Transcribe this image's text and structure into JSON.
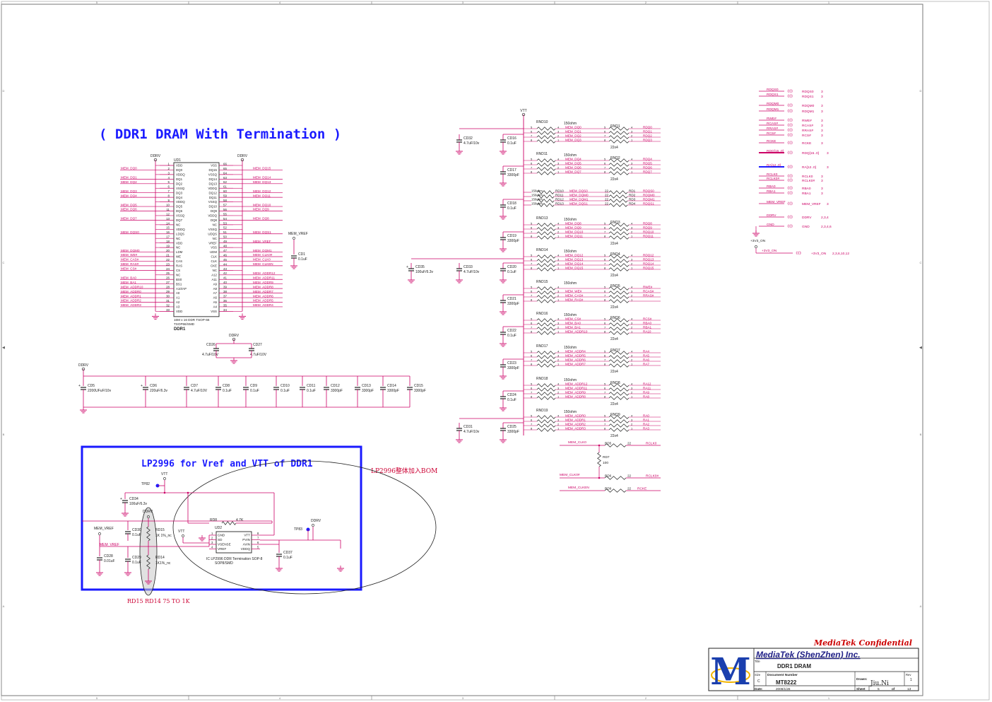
{
  "title_main": "( DDR1 DRAM With Termination )",
  "title_lp": "LP2996 for Vref and VTT of DDR1",
  "note_bom": "LP2996整体加入BOM",
  "note_rd": "RD15 RD14 75 TO 1K",
  "border": {
    "top_cols": [
      "5",
      "4",
      "3",
      "2",
      "1"
    ],
    "side_rows": [
      "D",
      "C",
      "B",
      "A"
    ]
  },
  "ddr1": {
    "refdes": "UD1",
    "part": "16M x 16 DDR TSOP-66",
    "pkg": "TSOP66/SMD",
    "name": "DDR1",
    "power_left": "DDRV",
    "power_right": "DDRV",
    "left_pins": [
      {
        "num": "1",
        "name": "VDD",
        "net": ""
      },
      {
        "num": "2",
        "name": "DQ0",
        "net": "MEM_DQ0"
      },
      {
        "num": "3",
        "name": "VDDQ",
        "net": ""
      },
      {
        "num": "4",
        "name": "DQ1",
        "net": "MEM_DQ1"
      },
      {
        "num": "5",
        "name": "DQ2",
        "net": "MEM_DQ2"
      },
      {
        "num": "6",
        "name": "VSSQ",
        "net": ""
      },
      {
        "num": "7",
        "name": "DQ3",
        "net": "MEM_DQ3"
      },
      {
        "num": "8",
        "name": "DQ4",
        "net": "MEM_DQ4"
      },
      {
        "num": "9",
        "name": "VDDQ",
        "net": ""
      },
      {
        "num": "10",
        "name": "DQ5",
        "net": "MEM_DQ5"
      },
      {
        "num": "11",
        "name": "DQ6",
        "net": "MEM_DQ6"
      },
      {
        "num": "12",
        "name": "VSSQ",
        "net": ""
      },
      {
        "num": "13",
        "name": "DQ7",
        "net": "MEM_DQ7"
      },
      {
        "num": "14",
        "name": "NC",
        "net": ""
      },
      {
        "num": "15",
        "name": "VDDQ",
        "net": ""
      },
      {
        "num": "16",
        "name": "LDQS",
        "net": "MEM_DQS0"
      },
      {
        "num": "17",
        "name": "NC",
        "net": ""
      },
      {
        "num": "18",
        "name": "VDD",
        "net": ""
      },
      {
        "num": "19",
        "name": "NC",
        "net": ""
      },
      {
        "num": "20",
        "name": "LDM",
        "net": "MEM_DQM0"
      },
      {
        "num": "21",
        "name": "WE",
        "net": "MEM_WE#"
      },
      {
        "num": "22",
        "name": "CAS",
        "net": "MEM_CAS#"
      },
      {
        "num": "23",
        "name": "RAS",
        "net": "MEM_RAS#"
      },
      {
        "num": "24",
        "name": "CS",
        "net": "MEM_CS#"
      },
      {
        "num": "25",
        "name": "NC",
        "net": ""
      },
      {
        "num": "26",
        "name": "BS0",
        "net": "MEM_BA0"
      },
      {
        "num": "27",
        "name": "BS1",
        "net": "MEM_BA1"
      },
      {
        "num": "28",
        "name": "A10/AP",
        "net": "MEM_ADDR10"
      },
      {
        "num": "29",
        "name": "A0",
        "net": "MEM_ADDR0"
      },
      {
        "num": "30",
        "name": "A1",
        "net": "MEM_ADDR1"
      },
      {
        "num": "31",
        "name": "A2",
        "net": "MEM_ADDR2"
      },
      {
        "num": "32",
        "name": "A3",
        "net": "MEM_ADDR3"
      },
      {
        "num": "33",
        "name": "VDD",
        "net": ""
      }
    ],
    "right_pins": [
      {
        "num": "66",
        "name": "VSS",
        "net": ""
      },
      {
        "num": "65",
        "name": "DQ15",
        "net": "MEM_DQ15"
      },
      {
        "num": "64",
        "name": "VSSQ",
        "net": ""
      },
      {
        "num": "63",
        "name": "DQ14",
        "net": "MEM_DQ14"
      },
      {
        "num": "62",
        "name": "DQ13",
        "net": "MEM_DQ13"
      },
      {
        "num": "61",
        "name": "VDDQ",
        "net": ""
      },
      {
        "num": "60",
        "name": "DQ12",
        "net": "MEM_DQ12"
      },
      {
        "num": "59",
        "name": "DQ11",
        "net": "MEM_DQ11"
      },
      {
        "num": "58",
        "name": "VSSQ",
        "net": ""
      },
      {
        "num": "57",
        "name": "DQ10",
        "net": "MEM_DQ10"
      },
      {
        "num": "56",
        "name": "DQ9",
        "net": "MEM_DQ9"
      },
      {
        "num": "55",
        "name": "VDDQ",
        "net": ""
      },
      {
        "num": "54",
        "name": "DQ8",
        "net": "MEM_DQ8"
      },
      {
        "num": "53",
        "name": "NC",
        "net": ""
      },
      {
        "num": "52",
        "name": "VSSQ",
        "net": ""
      },
      {
        "num": "51",
        "name": "UDQS",
        "net": "MEM_DQS1"
      },
      {
        "num": "50",
        "name": "NC",
        "net": ""
      },
      {
        "num": "49",
        "name": "VREF",
        "net": "MEM_VREF"
      },
      {
        "num": "48",
        "name": "VSS",
        "net": ""
      },
      {
        "num": "47",
        "name": "UDM",
        "net": "MEM_DQM1"
      },
      {
        "num": "46",
        "name": "CLK",
        "net": "MEM_CLK0#"
      },
      {
        "num": "45",
        "name": "CLK",
        "net": "MEM_CLK0"
      },
      {
        "num": "44",
        "name": "CKE",
        "net": "MEM_CLKEN"
      },
      {
        "num": "43",
        "name": "NC",
        "net": ""
      },
      {
        "num": "42",
        "name": "A12",
        "net": "MEM_ADDR12"
      },
      {
        "num": "41",
        "name": "A11",
        "net": "MEM_ADDR11"
      },
      {
        "num": "40",
        "name": "A9",
        "net": "MEM_ADDR9"
      },
      {
        "num": "39",
        "name": "A8",
        "net": "MEM_ADDR8"
      },
      {
        "num": "38",
        "name": "A7",
        "net": "MEM_ADDR7"
      },
      {
        "num": "37",
        "name": "A6",
        "net": "MEM_ADDR6"
      },
      {
        "num": "36",
        "name": "A5",
        "net": "MEM_ADDR5"
      },
      {
        "num": "35",
        "name": "A4",
        "net": "MEM_ADDR4"
      },
      {
        "num": "34",
        "name": "VSS",
        "net": ""
      }
    ]
  },
  "vref_cap": {
    "net": "MEM_VREF",
    "ref": "CD1",
    "val": "0.1uF"
  },
  "mid_caps": {
    "power": "DDRV",
    "c1": {
      "ref": "CD26",
      "val": "4.7uF/10V"
    },
    "c2": {
      "ref": "CD27",
      "val": "4.7uF/10V"
    }
  },
  "cap_bank": {
    "power": "DDRV",
    "caps": [
      {
        "ref": "CD5",
        "val": "2200UFuF/10v"
      },
      {
        "ref": "CD6",
        "val": "220uF/6.3v"
      },
      {
        "ref": "CD7",
        "val": "4.7uF/10V"
      },
      {
        "ref": "CD8",
        "val": "0.1uF"
      },
      {
        "ref": "CD9",
        "val": "0.1uF"
      },
      {
        "ref": "CD10",
        "val": "0.1uF"
      },
      {
        "ref": "CD11",
        "val": "0.1uF"
      },
      {
        "ref": "CD12",
        "val": "3300pF"
      },
      {
        "ref": "CD13",
        "val": "3300pF"
      },
      {
        "ref": "CD14",
        "val": "3300pF"
      },
      {
        "ref": "CD15",
        "val": "3300pF"
      }
    ]
  },
  "vtt_caps": {
    "power": "VTT",
    "caps": [
      {
        "ref": "CD32",
        "val": "4.7uF/10v"
      },
      {
        "ref": "CD16",
        "val": "0.1uF"
      },
      {
        "ref": "CD17",
        "val": "3300pF"
      },
      {
        "ref": "CD18",
        "val": "0.1uF"
      },
      {
        "ref": "CD19",
        "val": "3300pF"
      },
      {
        "ref": "CD35",
        "val": "100uF/6.3v"
      },
      {
        "ref": "CD33",
        "val": "4.7uF/10v"
      },
      {
        "ref": "CD20",
        "val": "0.1uF"
      },
      {
        "ref": "CD21",
        "val": "3300pF"
      },
      {
        "ref": "CD22",
        "val": "0.1uF"
      },
      {
        "ref": "CD23",
        "val": "3300pF"
      },
      {
        "ref": "CD24",
        "val": "0.1uF"
      },
      {
        "ref": "CD31",
        "val": "4.7uF/10v"
      },
      {
        "ref": "CD25",
        "val": "3300pF"
      }
    ]
  },
  "rn_groups": [
    {
      "rnd": "RND10",
      "rnd_val": "150ohm",
      "rn": "RND1",
      "rn_val": "22x4",
      "nets": [
        "MEM_DQ0",
        "MEM_DQ1",
        "MEM_DQ2",
        "MEM_DQ3"
      ],
      "out": [
        "RDQ0",
        "RDQ1",
        "RDQ2",
        "RDQ3"
      ]
    },
    {
      "rnd": "RND11",
      "rnd_val": "150ohm",
      "rn": "RND2",
      "rn_val": "22x4",
      "nets": [
        "MEM_DQ4",
        "MEM_DQ5",
        "MEM_DQ6",
        "MEM_DQ7"
      ],
      "out": [
        "RDQ4",
        "RDQ5",
        "RDQ6",
        "RDQ7"
      ]
    },
    {
      "rnd": "RND13",
      "rnd_val": "150ohm",
      "rn": "RND3",
      "rn_val": "22x4",
      "nets": [
        "MEM_DQ8",
        "MEM_DQ9",
        "MEM_DQ10",
        "MEM_DQ11"
      ],
      "out": [
        "RDQ8",
        "RDQ9",
        "RDQ10",
        "RDQ11"
      ]
    },
    {
      "rnd": "RND14",
      "rnd_val": "150ohm",
      "rn": "RND4",
      "rn_val": "22x4",
      "nets": [
        "MEM_DQ12",
        "MEM_DQ13",
        "MEM_DQ14",
        "MEM_DQ15"
      ],
      "out": [
        "RDQ12",
        "RDQ13",
        "RDQ14",
        "RDQ15"
      ]
    },
    {
      "rnd": "RND15",
      "rnd_val": "150ohm",
      "rn": "RND5",
      "rn_val": "22x4",
      "nets": [
        "",
        "MEM_WE#",
        "MEM_CAS#",
        "MEM_RAS#"
      ],
      "out": [
        "RWE#",
        "RCAS#",
        "RRAS#",
        ""
      ]
    },
    {
      "rnd": "RND16",
      "rnd_val": "150ohm",
      "rn": "RND6",
      "rn_val": "22x4",
      "nets": [
        "MEM_CS#",
        "MEM_BA0",
        "MEM_BA1",
        "MEM_ADDR10"
      ],
      "out": [
        "RCS#",
        "RBA0",
        "RBA1",
        "RA10"
      ]
    },
    {
      "rnd": "RND17",
      "rnd_val": "150ohm",
      "rn": "RND7",
      "rn_val": "22x4",
      "nets": [
        "MEM_ADDR4",
        "MEM_ADDR5",
        "MEM_ADDR6",
        "MEM_ADDR7"
      ],
      "out": [
        "RA4",
        "RA5",
        "RA6",
        "RA7"
      ]
    },
    {
      "rnd": "RND18",
      "rnd_val": "150ohm",
      "rn": "RND8",
      "rn_val": "22x4",
      "nets": [
        "MEM_ADDR12",
        "MEM_ADDR11",
        "MEM_ADDR9",
        "MEM_ADDR8"
      ],
      "out": [
        "RA12",
        "RA11",
        "RA9",
        "RA8"
      ]
    },
    {
      "rnd": "RND19",
      "rnd_val": "150ohm",
      "rn": "RND9",
      "rn_val": "22x4",
      "nets": [
        "MEM_ADDR0",
        "MEM_ADDR1",
        "MEM_ADDR2",
        "MEM_ADDR3"
      ],
      "out": [
        "RA0",
        "RA1",
        "RA2",
        "RA3"
      ]
    }
  ],
  "dqs_group": {
    "rows": [
      {
        "rt": "RD10",
        "rt_val": "150ohm",
        "net": "MEM_DQS0",
        "r": "RD1",
        "val": "22",
        "out": "RDQS0"
      },
      {
        "rt": "RD11",
        "rt_val": "150ohm",
        "net": "MEM_DQM0",
        "r": "RD2",
        "val": "22",
        "out": "RDQM0"
      },
      {
        "rt": "RD12",
        "rt_val": "150ohm",
        "net": "MEM_DQM1",
        "r": "RD3",
        "val": "22",
        "out": "RDQM1"
      },
      {
        "rt": "RD13",
        "rt_val": "150ohm",
        "net": "MEM_DQS1",
        "r": "RD4",
        "val": "22",
        "out": "RDQS1"
      }
    ]
  },
  "clk_group": {
    "clk0": {
      "net": "MEM_CLK0",
      "r": "RD5",
      "val": "22",
      "out": "RCLK0"
    },
    "rd7": {
      "r": "RD7",
      "val": "100"
    },
    "clk0n": {
      "net": "MEM_CLK0#",
      "r": "RD6",
      "val": "22",
      "out": "RCLK0#"
    },
    "clken": {
      "net": "MEM_CLKEN",
      "r": "RD9",
      "val": "22",
      "out": "RCKE"
    }
  },
  "offpage": [
    {
      "net": "RDQS0",
      "dest": "RDQS0",
      "sheet": "3"
    },
    {
      "net": "RDQS1",
      "dest": "RDQS1",
      "sheet": "3"
    },
    {
      "net": "RDQM0",
      "dest": "RDQM0",
      "sheet": "3"
    },
    {
      "net": "RDQM1",
      "dest": "RDQM1",
      "sheet": "3"
    },
    {
      "net": "RWE#",
      "dest": "RWE#",
      "sheet": "3"
    },
    {
      "net": "RCAS#",
      "dest": "RCAS#",
      "sheet": "3"
    },
    {
      "net": "RRAS#",
      "dest": "RRAS#",
      "sheet": "3"
    },
    {
      "net": "RCS#",
      "dest": "RCS#",
      "sheet": "3"
    },
    {
      "net": "RCKE",
      "dest": "RCKE",
      "sheet": "3"
    },
    {
      "net": "RDQ[15..0]",
      "dest": "RDQ[15..0]",
      "sheet": "3"
    },
    {
      "net": "RA[12..0]",
      "dest": "RA[12..0]",
      "sheet": "3"
    },
    {
      "net": "RCLK0",
      "dest": "RCLK0",
      "sheet": "3"
    },
    {
      "net": "RCLK0#",
      "dest": "RCLK0#",
      "sheet": "3"
    },
    {
      "net": "RBA0",
      "dest": "RBA0",
      "sheet": "3"
    },
    {
      "net": "RBA1",
      "dest": "RBA1",
      "sheet": "3"
    },
    {
      "net": "MEM_VREF",
      "dest": "MEM_VREF",
      "sheet": "3"
    },
    {
      "net": "DDRV",
      "dest": "DDRV",
      "sheet": "2,3,4"
    },
    {
      "net": "GND",
      "dest": "GND",
      "sheet": "2,3,4,6"
    }
  ],
  "v3on": {
    "power": "+3V3_ON",
    "net": "+3V3_ON",
    "dest": "+3V3_ON",
    "sheet": "2,3,6,10,12"
  },
  "lp2996": {
    "vtt": "VTT",
    "tp82": "TP82",
    "tp83": "TP83",
    "ddrv": "DDRV",
    "cd34": {
      "ref": "CD34",
      "val": "100uF/6.3v"
    },
    "rd8": {
      "ref": "RD8",
      "val": "4.7K"
    },
    "ud2": "UD2",
    "ic_desc": "IC LP2996 DDR Termination SOP-8",
    "ic_pkg": "SOP8/SMD",
    "left_pins": [
      {
        "num": "1",
        "name": "GND"
      },
      {
        "num": "2",
        "name": "SD"
      },
      {
        "num": "3",
        "name": "VSENSE"
      },
      {
        "num": "4",
        "name": "VREF"
      }
    ],
    "right_pins": [
      {
        "num": "8",
        "name": "VTT"
      },
      {
        "num": "7",
        "name": "PVIN"
      },
      {
        "num": "6",
        "name": "AVIN"
      },
      {
        "num": "5",
        "name": "VDDQ"
      }
    ],
    "mem_vref": "MEM_VREF",
    "mem_vref2": "MEM_VREF",
    "vtt2": "VTT",
    "cd30": {
      "ref": "CD30",
      "val": "0.1uF"
    },
    "cd28": {
      "ref": "CD28",
      "val": "0.01uF"
    },
    "cd29": {
      "ref": "CD29",
      "val": "0.1uF"
    },
    "rd15": {
      "ref": "RD15",
      "val": "1K 1%_nc"
    },
    "rd14": {
      "ref": "RD14",
      "val": "1K1%_nc"
    },
    "cd37": {
      "ref": "CD37",
      "val": "0.1uF"
    }
  },
  "titleblock": {
    "confidential": "MediaTek Confidential",
    "company": "MediaTek (ShenZhen) Inc.",
    "title_label": "Title",
    "title": "DDR1 DRAM",
    "size_label": "Size",
    "size": "C",
    "docnum_label": "Document Number",
    "docnum": "MT8222",
    "drawn_label": "Drawn:",
    "drawn": "Jiu.Ni",
    "rev_label": "Rev",
    "rev": "1",
    "date_label": "Date:",
    "date": "2008/1/26",
    "sheet_label": "Sheet",
    "sheet": "5",
    "of_label": "of",
    "total": "13"
  },
  "colors": {
    "wire": "#cc0066",
    "label": "#cc0066",
    "body": "#222222",
    "blue": "#1a1aff",
    "navy": "#222288"
  }
}
